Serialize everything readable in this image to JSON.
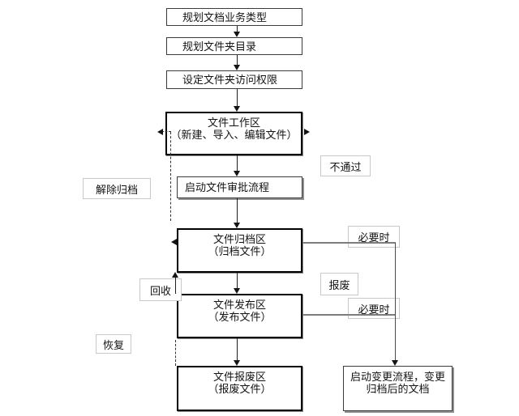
{
  "diagram": {
    "type": "flowchart",
    "nodes": {
      "plan_doc_type": {
        "text": "规划文档业务类型"
      },
      "plan_folder": {
        "text": "规划文件夹目录"
      },
      "set_permission": {
        "text": "设定文件夹访问权限"
      },
      "work_area": {
        "line1": "文件工作区",
        "line2": "（新建、导入、编辑文件）"
      },
      "start_approval": {
        "text": "启动文件审批流程"
      },
      "archive_area": {
        "line1": "文件归档区",
        "line2": "（归档文件）"
      },
      "publish_area": {
        "line1": "文件发布区",
        "line2": "（发布文件）"
      },
      "scrap_area": {
        "line1": "文件报废区",
        "line2": "（报废文件）"
      },
      "change_process": {
        "line1": "启动变更流程，变更",
        "line2": "归档后的文档"
      }
    },
    "edge_labels": {
      "unarchive": "解除归档",
      "not_pass": "不通过",
      "recycle": "回收",
      "scrap": "报废",
      "restore": "恢复",
      "necessary_1": "必要时",
      "necessary_2": "必要时"
    },
    "colors": {
      "background": "#ffffff",
      "box_border": "#3c3c3c",
      "thick_box_border": "#000000",
      "label_border": "#c9c9c9",
      "flow_line": "#1f1f1f",
      "connector_gray": "#7d7d7d"
    }
  }
}
